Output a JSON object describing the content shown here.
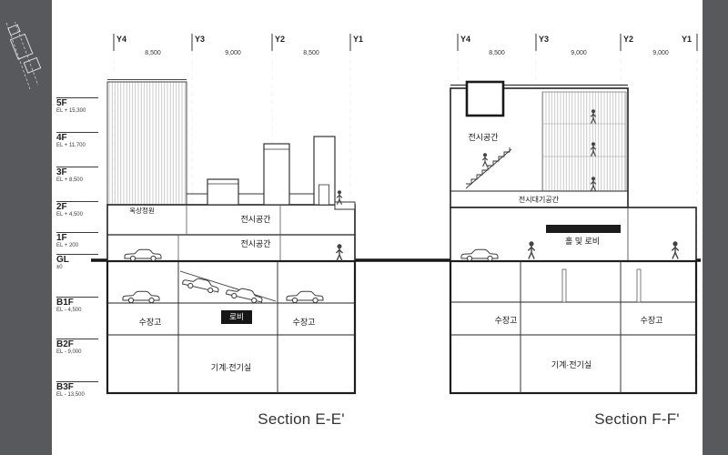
{
  "legend": {
    "levels": [
      {
        "name": "5F",
        "el": "EL + 15,300"
      },
      {
        "name": "4F",
        "el": "EL + 11,700"
      },
      {
        "name": "3F",
        "el": "EL + 8,500"
      },
      {
        "name": "2F",
        "el": "EL + 4,500"
      },
      {
        "name": "1F",
        "el": "EL + 200"
      },
      {
        "name": "GL",
        "el": "±0"
      },
      {
        "name": "B1F",
        "el": "EL - 4,500"
      },
      {
        "name": "B2F",
        "el": "EL - 9,000"
      },
      {
        "name": "B3F",
        "el": "EL - 13,500"
      }
    ]
  },
  "section_e": {
    "title": "Section E-E'",
    "grids": [
      "Y4",
      "Y3",
      "Y2",
      "Y1"
    ],
    "dims": [
      "8,500",
      "9,000",
      "8,500"
    ],
    "rooms": {
      "roof_garden": "옥상정원",
      "exhibit_upper": "전시공간",
      "exhibit_lower": "전시공간",
      "storage_left": "수장고",
      "lobby": "로비",
      "storage_right": "수장고",
      "mech": "기계·전기실"
    }
  },
  "section_f": {
    "title": "Section F-F'",
    "grids": [
      "Y4",
      "Y3",
      "Y2",
      "Y1"
    ],
    "dims": [
      "8,500",
      "9,000",
      "9,000"
    ],
    "rooms": {
      "exhibit": "전시공간",
      "exhibit_waiting": "전시대기공간",
      "hall_lobby": "홀 및 로비",
      "storage_left": "수장고",
      "storage_right": "수장고",
      "mech": "기계·전기실"
    }
  }
}
